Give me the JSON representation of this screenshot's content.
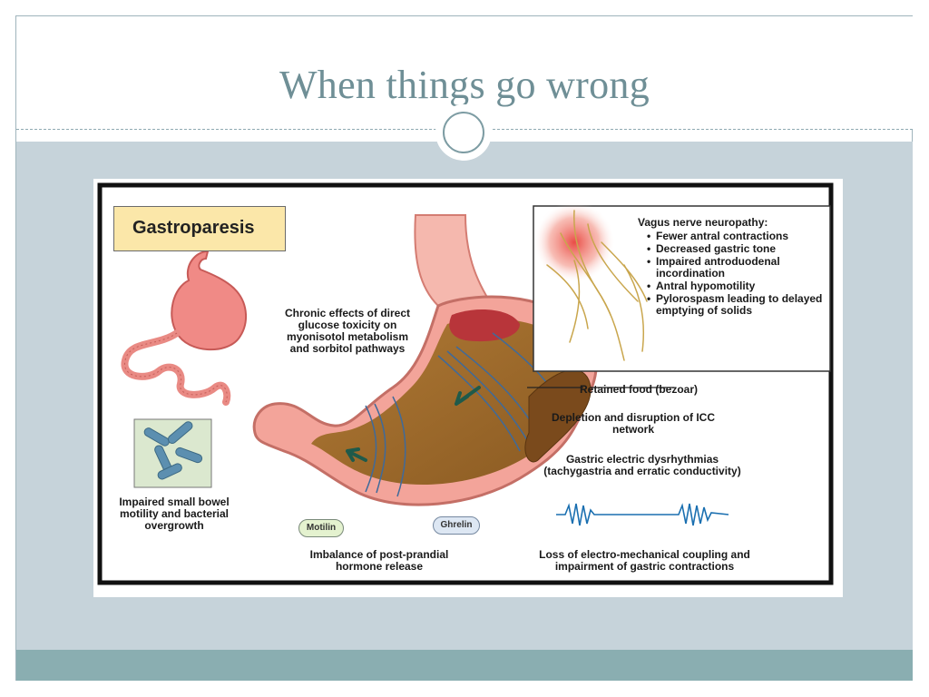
{
  "slide": {
    "title": "When things go wrong"
  },
  "colors": {
    "title_text": "#6f8f96",
    "content_background": "#c6d3da",
    "footer_bar": "#8aaeb1",
    "badge_fill": "#fbe7a9",
    "stomach_fill": "#9a6a2c",
    "stomach_wall": "#f3a49a"
  },
  "figure": {
    "heading": "Gastroparesis",
    "vagus": {
      "title": "Vagus nerve neuropathy:",
      "items": [
        "Fewer antral contractions",
        "Decreased gastric tone",
        "Impaired antroduodenal incordination",
        "Antral hypomotility",
        "Pylorospasm leading to delayed emptying of solids"
      ]
    },
    "labels": {
      "chronic_effects": "Chronic effects of direct glucose toxicity on myonisotol metabolism and sorbitol pathways",
      "retained_food": "Retained food (bezoar)",
      "icc": "Depletion and disruption of ICC network",
      "dysrhythmias": "Gastric electric dysrhythmias (tachygastria and erratic conductivity)",
      "small_bowel": "Impaired small bowel motility and bacterial overgrowth",
      "hormone": "Imbalance of post-prandial hormone release",
      "coupling": "Loss of electro-mechanical coupling and impairment of gastric contractions",
      "motilin": "Motilin",
      "ghrelin": "Ghrelin"
    }
  }
}
